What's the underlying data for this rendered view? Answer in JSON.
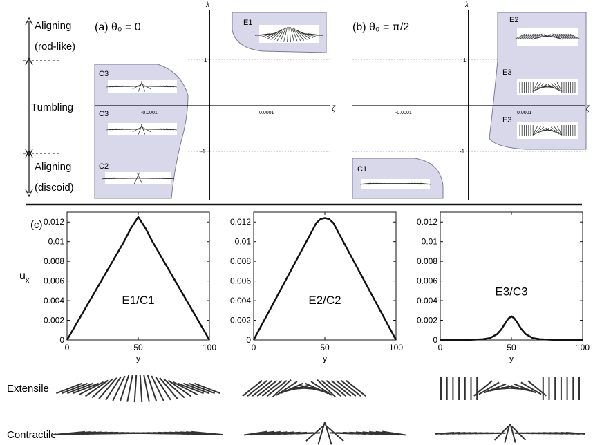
{
  "side_labels": {
    "aligning_rod": [
      "Aligning",
      "(rod-like)"
    ],
    "tumbling": "Tumbling",
    "aligning_discoid": [
      "Aligning",
      "(discoid)"
    ]
  },
  "panel_a": {
    "title": "(a) θ₀ = 0",
    "axis_lambda": "λ",
    "axis_zeta": "ζ",
    "tick_neg": "-0.0001",
    "tick_pos": "0.0001",
    "tick_one": "1",
    "tick_minus_one": "-1",
    "regions": [
      {
        "label": "E1"
      },
      {
        "label": "C3"
      },
      {
        "label": "C3"
      },
      {
        "label": "C2"
      }
    ]
  },
  "panel_b": {
    "title": "(b) θ₀ = π/2",
    "axis_lambda": "λ",
    "axis_zeta": "ζ",
    "tick_neg": "-0.0001",
    "tick_pos": "0.0001",
    "tick_one": "1",
    "tick_minus_one": "-1",
    "regions": [
      {
        "label": "E2"
      },
      {
        "label": "E3"
      },
      {
        "label": "E3"
      },
      {
        "label": "C1"
      }
    ]
  },
  "panel_c": {
    "label": "(c)",
    "ylabel_main": "u",
    "ylabel_sub": "x",
    "xlabel": "y",
    "x_ticks": [
      "0",
      "50",
      "100"
    ],
    "y_ticks": [
      "0",
      "0.002",
      "0.004",
      "0.006",
      "0.008",
      "0.01",
      "0.012"
    ]
  },
  "row_labels": {
    "extensile": "Extensile",
    "contractile": "Contractile"
  },
  "colors": {
    "region_fill": "#d8d8ea",
    "region_stroke": "#7a7a9a",
    "line": "#111111"
  },
  "chart_data": [
    {
      "type": "line",
      "title": "E1/C1",
      "xlabel": "y",
      "ylabel": "u_x",
      "xlim": [
        0,
        100
      ],
      "ylim": [
        0,
        0.013
      ],
      "x": [
        0,
        10,
        20,
        30,
        40,
        45,
        50,
        55,
        60,
        70,
        80,
        90,
        100
      ],
      "series": [
        {
          "values": [
            0,
            0.0025,
            0.005,
            0.0075,
            0.01,
            0.0114,
            0.0125,
            0.0114,
            0.01,
            0.0075,
            0.005,
            0.0025,
            0
          ]
        }
      ]
    },
    {
      "type": "line",
      "title": "E2/C2",
      "xlabel": "y",
      "ylabel": "u_x",
      "xlim": [
        0,
        100
      ],
      "ylim": [
        0,
        0.013
      ],
      "x": [
        0,
        10,
        20,
        30,
        40,
        44,
        47,
        50,
        53,
        56,
        60,
        70,
        80,
        90,
        100
      ],
      "series": [
        {
          "values": [
            0,
            0.0027,
            0.0054,
            0.0081,
            0.0108,
            0.0119,
            0.0123,
            0.0124,
            0.0123,
            0.0119,
            0.0108,
            0.0081,
            0.0054,
            0.0027,
            0
          ]
        }
      ]
    },
    {
      "type": "line",
      "title": "E3/C3",
      "xlabel": "y",
      "ylabel": "u_x",
      "xlim": [
        0,
        100
      ],
      "ylim": [
        0,
        0.013
      ],
      "x": [
        0,
        20,
        30,
        35,
        40,
        43,
        46,
        48,
        50,
        52,
        54,
        57,
        60,
        65,
        70,
        80,
        100
      ],
      "series": [
        {
          "values": [
            0,
            1e-05,
            8e-05,
            0.0002,
            0.0006,
            0.0011,
            0.0018,
            0.0022,
            0.0024,
            0.0022,
            0.0018,
            0.0011,
            0.0006,
            0.0002,
            8e-05,
            1e-05,
            0
          ]
        }
      ]
    }
  ]
}
